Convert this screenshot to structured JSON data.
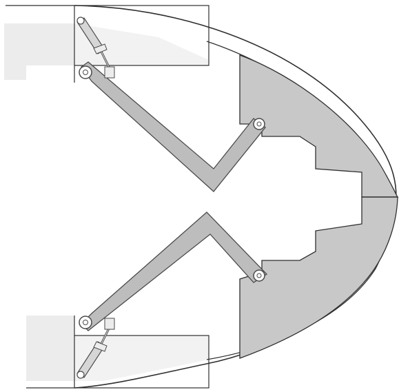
{
  "diagram": {
    "colors": {
      "background": "#ffffff",
      "outline": "#2f2f2f",
      "shell_fill": "#c8c8c8",
      "hull_fill": "#e9e9e9",
      "hull_light": "#f2f2f2",
      "arm_fill": "#bdbdbd",
      "arm_stroke": "#4a4a4a",
      "cylinder_fill": "#d6d6d6",
      "pin_fill": "#ffffff"
    },
    "components": [
      "bow-door-upper",
      "bow-door-lower",
      "linkage-arm-upper",
      "linkage-arm-lower",
      "hydraulic-cylinder-upper",
      "hydraulic-cylinder-lower"
    ]
  }
}
